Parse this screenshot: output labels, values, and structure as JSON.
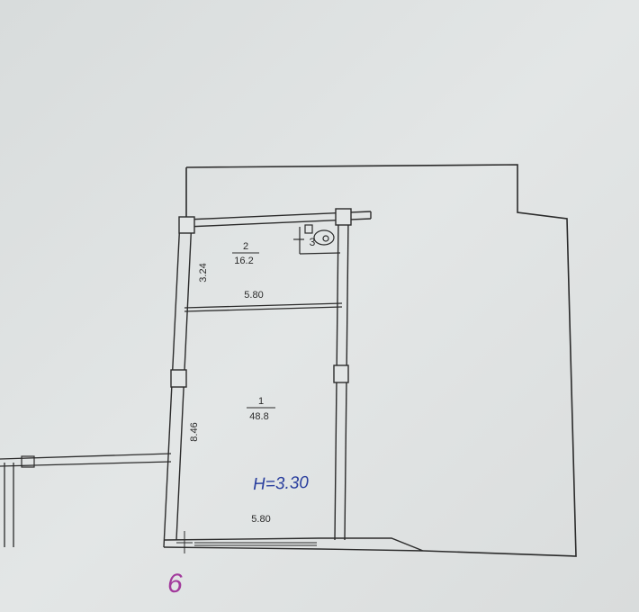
{
  "rooms": [
    {
      "number": "1",
      "area": "48.8"
    },
    {
      "number": "2",
      "area": "16.2"
    },
    {
      "number": "3",
      "area": ""
    }
  ],
  "dimensions": {
    "room2_height": "3.24",
    "room2_width": "5.80",
    "room1_height": "8.46",
    "room1_width": "5.80"
  },
  "ceiling_height_note": "H=3.30",
  "axis_label": "6",
  "colors": {
    "paper": "#dfe2e2",
    "ink": "#2b2b2b",
    "pen_blue": "#2a3f9e",
    "pen_purple": "#a23a9c"
  }
}
